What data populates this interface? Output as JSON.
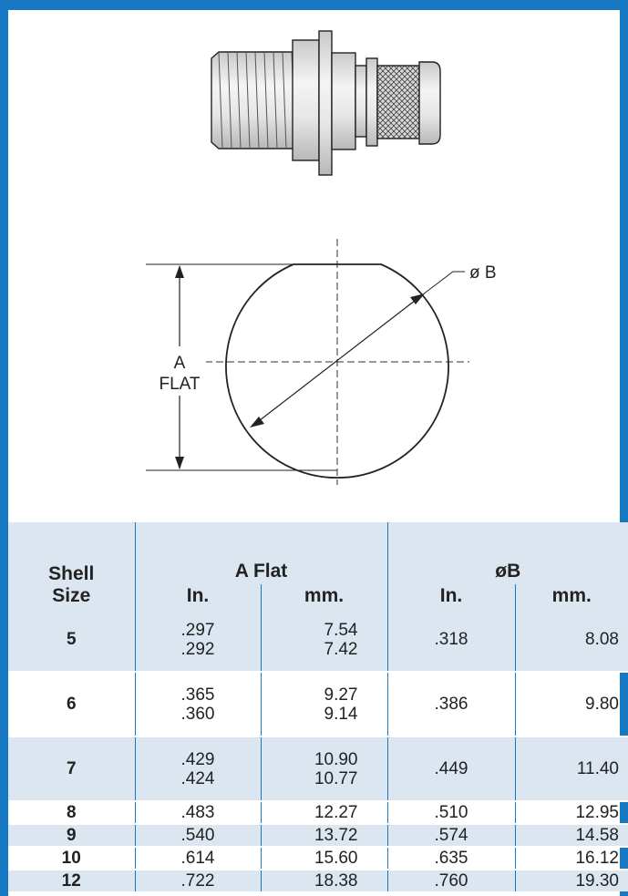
{
  "drawing": {
    "dim_a_label_line1": "A",
    "dim_a_label_line2": "FLAT",
    "dim_b_label": "ø B"
  },
  "table": {
    "col_shell_line1": "Shell",
    "col_shell_line2": "Size",
    "group_a": "A Flat",
    "group_b": "øB",
    "unit_in": "In.",
    "unit_mm": "mm.",
    "rows": [
      {
        "size": "5",
        "a_in": [
          ".297",
          ".292"
        ],
        "a_mm": [
          "7.54",
          "7.42"
        ],
        "b_in": ".318",
        "b_mm": "8.08"
      },
      {
        "size": "6",
        "a_in": [
          ".365",
          ".360"
        ],
        "a_mm": [
          "9.27",
          "9.14"
        ],
        "b_in": ".386",
        "b_mm": "9.80"
      },
      {
        "size": "7",
        "a_in": [
          ".429",
          ".424"
        ],
        "a_mm": [
          "10.90",
          "10.77"
        ],
        "b_in": ".449",
        "b_mm": "11.40"
      },
      {
        "size": "8",
        "a_in": [
          ".483"
        ],
        "a_mm": [
          "12.27"
        ],
        "b_in": ".510",
        "b_mm": "12.95"
      },
      {
        "size": "9",
        "a_in": [
          ".540"
        ],
        "a_mm": [
          "13.72"
        ],
        "b_in": ".574",
        "b_mm": "14.58"
      },
      {
        "size": "10",
        "a_in": [
          ".614"
        ],
        "a_mm": [
          "15.60"
        ],
        "b_in": ".635",
        "b_mm": "16.12"
      },
      {
        "size": "12",
        "a_in": [
          ".722"
        ],
        "a_mm": [
          "18.38"
        ],
        "b_in": ".760",
        "b_mm": "19.30"
      }
    ]
  }
}
